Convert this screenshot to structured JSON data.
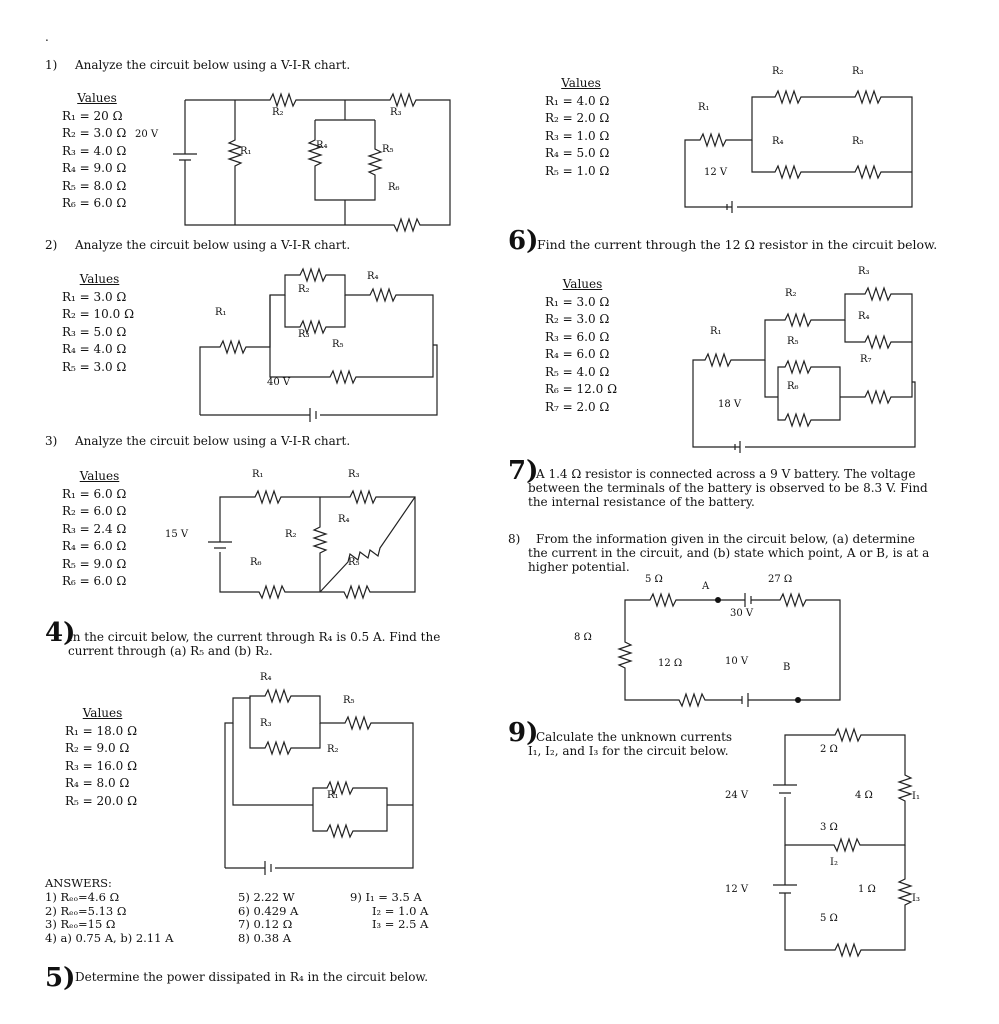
{
  "header_dot": ".",
  "problems": [
    {
      "num": "1)",
      "text": "Analyze the circuit below using a V-I-R chart.",
      "values_title": "Values",
      "values": [
        "R₁ = 20 Ω",
        "R₂ = 3.0 Ω",
        "R₃ = 4.0 Ω",
        "R₄ = 9.0 Ω",
        "R₅ = 8.0 Ω",
        "R₆ = 6.0 Ω"
      ],
      "labels": {
        "battery": "20 V",
        "r1": "R₁",
        "r2": "R₂",
        "r3": "R₃",
        "r4": "R₄",
        "r5": "R₅",
        "r6": "R₆"
      }
    },
    {
      "num": "2)",
      "text": "Analyze the circuit below using a V-I-R chart.",
      "values_title": "Values",
      "values": [
        "R₁ = 3.0 Ω",
        "R₂ = 10.0 Ω",
        "R₃ = 5.0 Ω",
        "R₄ = 4.0 Ω",
        "R₅ = 3.0 Ω"
      ],
      "labels": {
        "battery": "40 V",
        "r1": "R₁",
        "r2": "R₂",
        "r3": "R₃",
        "r4": "R₄",
        "r5": "R₅"
      }
    },
    {
      "num": "3)",
      "text": "Analyze the circuit below using a V-I-R chart.",
      "values_title": "Values",
      "values": [
        "R₁ = 6.0 Ω",
        "R₂ = 6.0 Ω",
        "R₃ = 2.4 Ω",
        "R₄ = 6.0 Ω",
        "R₅ = 9.0 Ω",
        "R₆ = 6.0 Ω"
      ],
      "labels": {
        "battery": "15 V",
        "r1": "R₁",
        "r2": "R₂",
        "r3": "R₃",
        "r4": "R₄",
        "r5": "R₅",
        "r6": "R₆"
      }
    },
    {
      "num": "4)",
      "text": "In the circuit below, the current through R₄ is 0.5 A. Find the current through (a) R₅ and (b) R₂.",
      "values_title": "Values",
      "values": [
        "R₁ = 18.0 Ω",
        "R₂ = 9.0 Ω",
        "R₃ = 16.0 Ω",
        "R₄ = 8.0 Ω",
        "R₅ = 20.0 Ω"
      ],
      "labels": {
        "r1": "R₁",
        "r2": "R₂",
        "r3": "R₃",
        "r4": "R₄",
        "r5": "R₅"
      }
    },
    {
      "num": "5)",
      "text": "Determine the power dissipated in R₄ in the circuit below.",
      "values_title": "Values",
      "values": [
        "R₁ = 4.0 Ω",
        "R₂ = 2.0 Ω",
        "R₃ = 1.0 Ω",
        "R₄ = 5.0 Ω",
        "R₅ = 1.0 Ω"
      ],
      "labels": {
        "battery": "12 V",
        "r1": "R₁",
        "r2": "R₂",
        "r3": "R₃",
        "r4": "R₄",
        "r5": "R₅"
      }
    },
    {
      "num": "6)",
      "text": "Find the current through the 12 Ω resistor in the circuit below.",
      "values_title": "Values",
      "values": [
        "R₁ = 3.0 Ω",
        "R₂ = 3.0 Ω",
        "R₃ = 6.0 Ω",
        "R₄ = 6.0 Ω",
        "R₅ = 4.0 Ω",
        "R₆ = 12.0 Ω",
        "R₇ = 2.0 Ω"
      ],
      "labels": {
        "battery": "18 V",
        "r1": "R₁",
        "r2": "R₂",
        "r3": "R₃",
        "r4": "R₄",
        "r5": "R₅",
        "r6": "R₆",
        "r7": "R₇"
      }
    },
    {
      "num": "7)",
      "text": "A 1.4 Ω resistor is connected across a 9 V battery.  The voltage between the terminals of the battery is observed to be 8.3 V.  Find the internal resistance of the battery."
    },
    {
      "num": "8)",
      "text": "From the information given in the circuit below, (a) determine the current in the circuit, and (b) state which point, A or B, is at a higher potential.",
      "labels": {
        "r5": "5 Ω",
        "r27": "27 Ω",
        "r8": "8 Ω",
        "r12": "12 Ω",
        "v30": "30 V",
        "v10": "10 V",
        "a": "A",
        "b": "B"
      }
    },
    {
      "num": "9)",
      "text": "Calculate the unknown currents I₁, I₂, and I₃ for the circuit below.",
      "labels": {
        "r2": "2 Ω",
        "r4": "4 Ω",
        "r3": "3 Ω",
        "r1": "1 Ω",
        "r5": "5 Ω",
        "v24": "24 V",
        "v12": "12 V",
        "i1": "I₁",
        "i2": "I₂",
        "i3": "I₃"
      }
    }
  ],
  "answers": {
    "title": "ANSWERS:",
    "col1": [
      "1)  Rₑₒ=4.6 Ω",
      "2)  Rₑₒ=5.13 Ω",
      "3)  Rₑₒ=15 Ω",
      "4)  a) 0.75 A, b) 2.11 A"
    ],
    "col2": [
      "5)  2.22 W",
      "6)  0.429 A",
      "7)  0.12  Ω",
      "8)  0.38 A"
    ],
    "col3": [
      "9)  I₁ = 3.5 A",
      "I₂ = 1.0 A",
      "I₃ = 2.5 A"
    ]
  }
}
